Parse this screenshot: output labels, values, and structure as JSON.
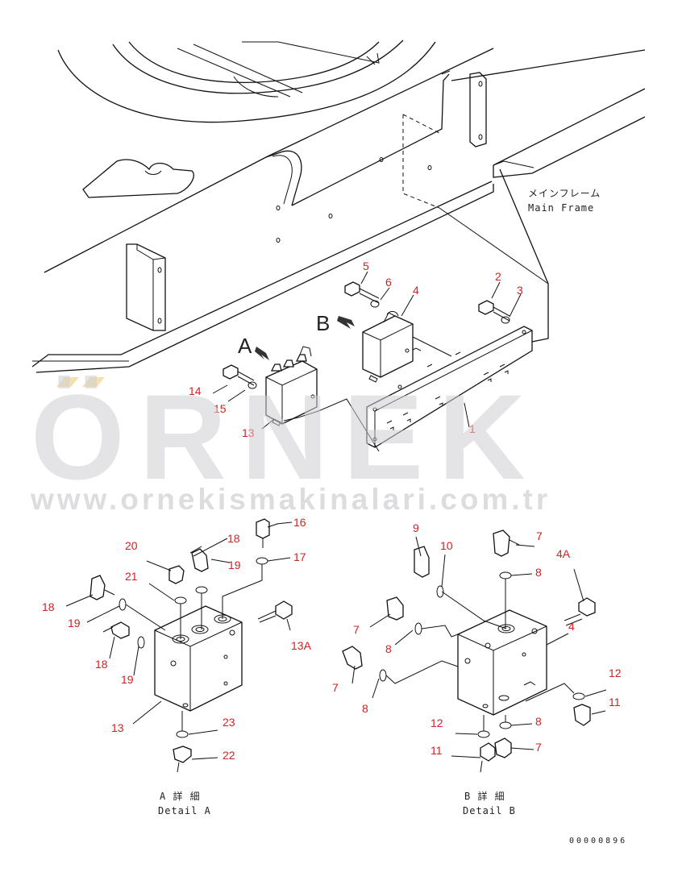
{
  "frame_label": {
    "jp": "メインフレーム",
    "en": "Main Frame"
  },
  "view_letters": {
    "a": "A",
    "b": "B"
  },
  "detail_a": {
    "jp": "A 詳 細",
    "en": "Detail A"
  },
  "detail_b": {
    "jp": "B 詳 細",
    "en": "Detail B"
  },
  "drawing_number": "00000896",
  "watermark": {
    "brand": "ÖRNEK",
    "url": "www.ornekismakinalari.com.tr"
  },
  "callouts": {
    "c1": "1",
    "c2": "2",
    "c3": "3",
    "c4": "4",
    "c5": "5",
    "c6": "6",
    "c13": "13",
    "c14": "14",
    "c15": "15",
    "a16": "16",
    "a17": "17",
    "a18a": "18",
    "a19a": "19",
    "a20": "20",
    "a21": "21",
    "a18b": "18",
    "a19b": "19",
    "a18c": "18",
    "a19c": "19",
    "a13a": "13A",
    "a13": "13",
    "a23": "23",
    "a22": "22",
    "b9": "9",
    "b10": "10",
    "b7a": "7",
    "b8a": "8",
    "b4a": "4A",
    "b4": "4",
    "b7b": "7",
    "b8b": "8",
    "b7c": "7",
    "b8c": "8",
    "b12a": "12",
    "b11a": "11",
    "b12b": "12",
    "b11b": "11",
    "b8d": "8",
    "b7d": "7"
  }
}
